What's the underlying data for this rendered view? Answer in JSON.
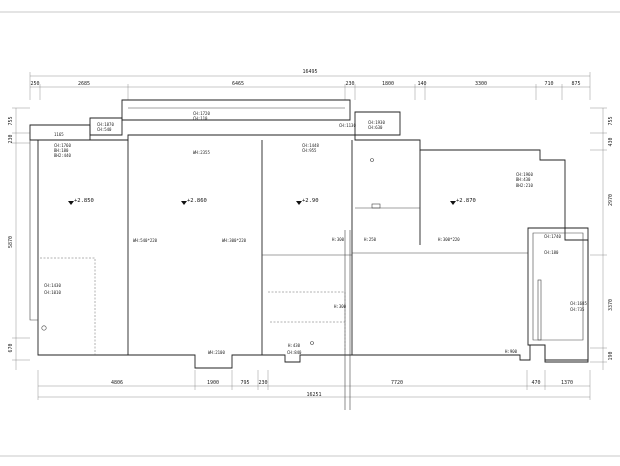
{
  "top_dimensions": {
    "overall": "16495",
    "segments": [
      "250",
      "2685",
      "6465",
      "230",
      "1800",
      "140",
      "3300",
      "710",
      "875"
    ]
  },
  "bottom_dimensions": {
    "overall": "16251",
    "segments": [
      "4806",
      "1900",
      "795",
      "230",
      "7720",
      "470",
      "1370"
    ]
  },
  "left_dimensions": [
    "755",
    "230",
    "5870",
    "670"
  ],
  "right_dimensions": [
    "755",
    "430",
    "2970",
    "3370",
    "190"
  ],
  "left_stub_label": "1165",
  "ceiling_heights": [
    "+2.850",
    "+2.860",
    "+2.90",
    "+2.870"
  ],
  "annotations": {
    "a1": "CH:1870",
    "a2": "CH:540",
    "a3": "CH:1720",
    "a4": "CH:110",
    "a5": "CH:1130",
    "a6": "CH:1930",
    "a7": "CH:630",
    "a8": "CH:1760",
    "a9": "BH:180",
    "a10": "BH2:440",
    "a11": "WH:2355",
    "a12": "CH:1448",
    "a13": "CH:955",
    "a14": "CH:1960",
    "a15": "BH:430",
    "a16": "BH2:210",
    "a17": "WH:540*220",
    "a18": "WH:300*220",
    "a19": "H:300",
    "a20": "H:250",
    "a21": "H:300*220",
    "a22": "CH:1740",
    "a23": "CH:180",
    "a24": "CH:1430",
    "a25": "CH:1010",
    "a26": "H:300",
    "a27": "CH:1685",
    "a28": "CH:735",
    "a29": "WH:2100",
    "a30": "H:430",
    "a31": "CH:840",
    "a32": "H:900"
  }
}
